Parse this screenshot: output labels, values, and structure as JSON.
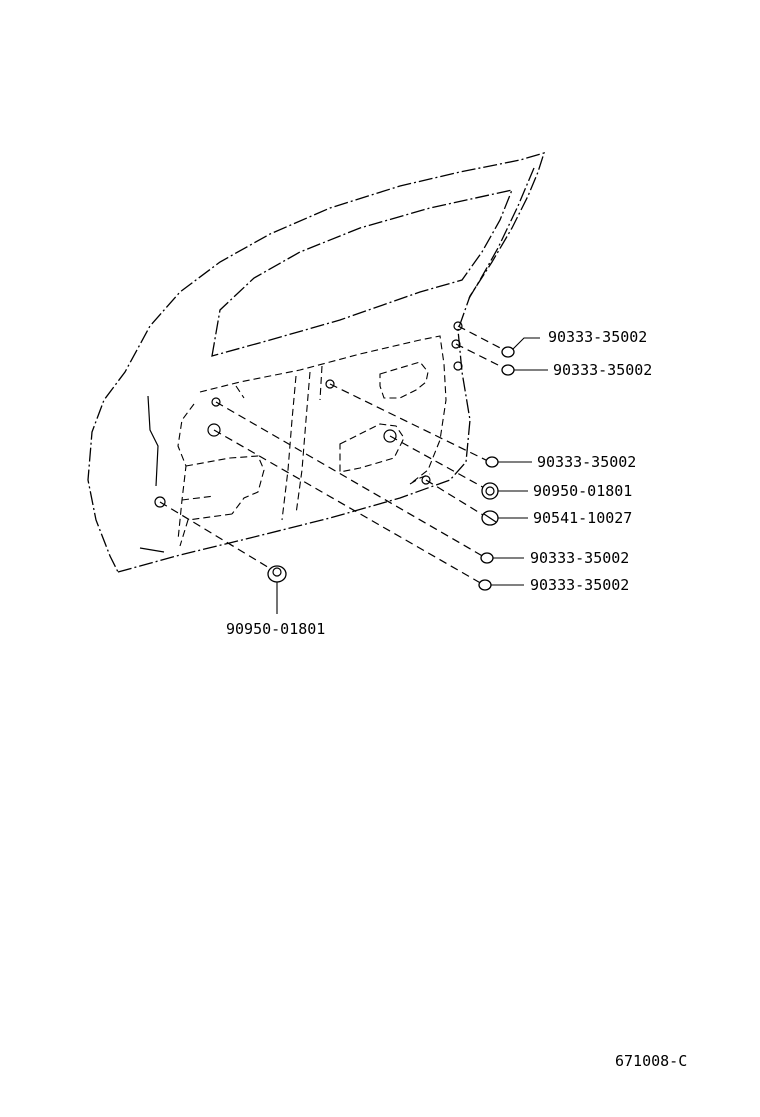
{
  "diagram": {
    "parts": [
      {
        "id": "p1",
        "number": "90333-35002",
        "shape": "plug"
      },
      {
        "id": "p2",
        "number": "90333-35002",
        "shape": "plug"
      },
      {
        "id": "p3",
        "number": "90333-35002",
        "shape": "plug"
      },
      {
        "id": "p4",
        "number": "90950-01801",
        "shape": "grommet"
      },
      {
        "id": "p5",
        "number": "90541-10027",
        "shape": "cushion"
      },
      {
        "id": "p6",
        "number": "90333-35002",
        "shape": "plug"
      },
      {
        "id": "p7",
        "number": "90333-35002",
        "shape": "plug"
      },
      {
        "id": "p8",
        "number": "90950-01801",
        "shape": "grommet"
      }
    ],
    "figure_code": "671008-C"
  }
}
